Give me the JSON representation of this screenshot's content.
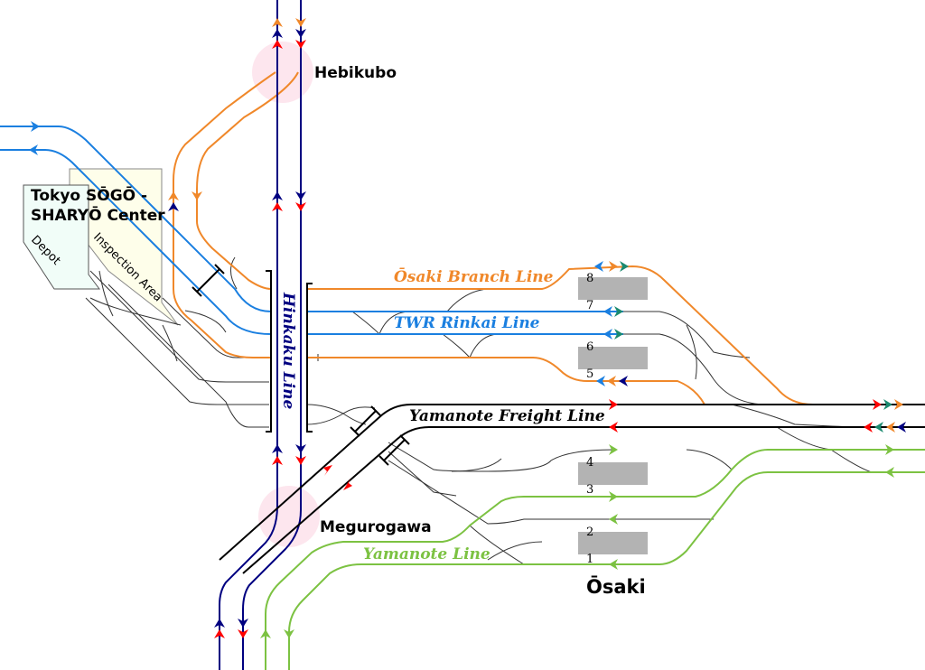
{
  "title": "Ōsaki area track diagram",
  "colors": {
    "hinkaku": "#000080",
    "osaki_branch": "#f0882a",
    "twr_rinkai": "#1a7fe0",
    "yamanote": "#7cc242",
    "freight": "#000000",
    "red_arrow": "#ff0000",
    "teal_arrow": "#1a8a70",
    "siding": "#333333",
    "platform": "#b3b3b3",
    "station_halo": "#fde6ee",
    "depot_fill": "#f1fdf8",
    "inspection_fill": "#fefeea"
  },
  "stations": {
    "hebikubo": "Hebikubo",
    "megurogawa": "Megurogawa",
    "osaki": "Ōsaki"
  },
  "facility": {
    "title_line1": "Tokyo SŌGŌ -",
    "title_line2": "SHARYŌ Center",
    "depot": "Depot",
    "inspection_area": "Inspection Area"
  },
  "lines": {
    "hinkaku": "Hinkaku Line",
    "osaki_branch": "Ōsaki Branch Line",
    "twr_rinkai": "TWR Rinkai Line",
    "yamanote_freight": "Yamanote Freight Line",
    "yamanote": "Yamanote Line"
  },
  "platforms": {
    "tracks": [
      "1",
      "2",
      "3",
      "4",
      "5",
      "6",
      "7",
      "8"
    ]
  }
}
